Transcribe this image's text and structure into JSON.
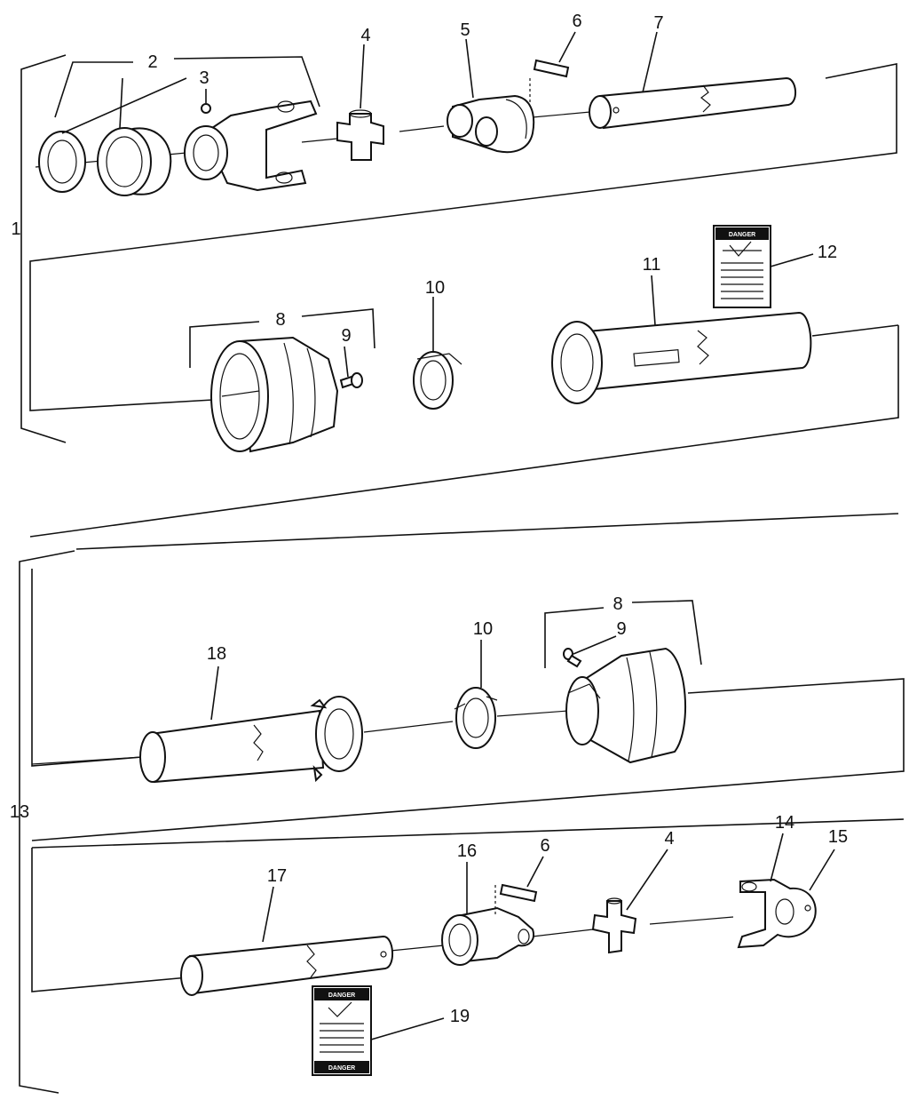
{
  "labels": {
    "l1": "1",
    "l2": "2",
    "l3": "3",
    "l4a": "4",
    "l5": "5",
    "l6a": "6",
    "l7": "7",
    "l8a": "8",
    "l9a": "9",
    "l10a": "10",
    "l11": "11",
    "l12": "12",
    "l13": "13",
    "l18": "18",
    "l10b": "10",
    "l8b": "8",
    "l9b": "9",
    "l17": "17",
    "l16": "16",
    "l6b": "6",
    "l4b": "4",
    "l14": "14",
    "l15": "15",
    "l19": "19"
  },
  "signs": {
    "danger_top": "DANGER",
    "danger_bottom_head": "DANGER",
    "danger_bottom_foot": "DANGER"
  },
  "colors": {
    "ink": "#111111",
    "paper": "#ffffff"
  }
}
